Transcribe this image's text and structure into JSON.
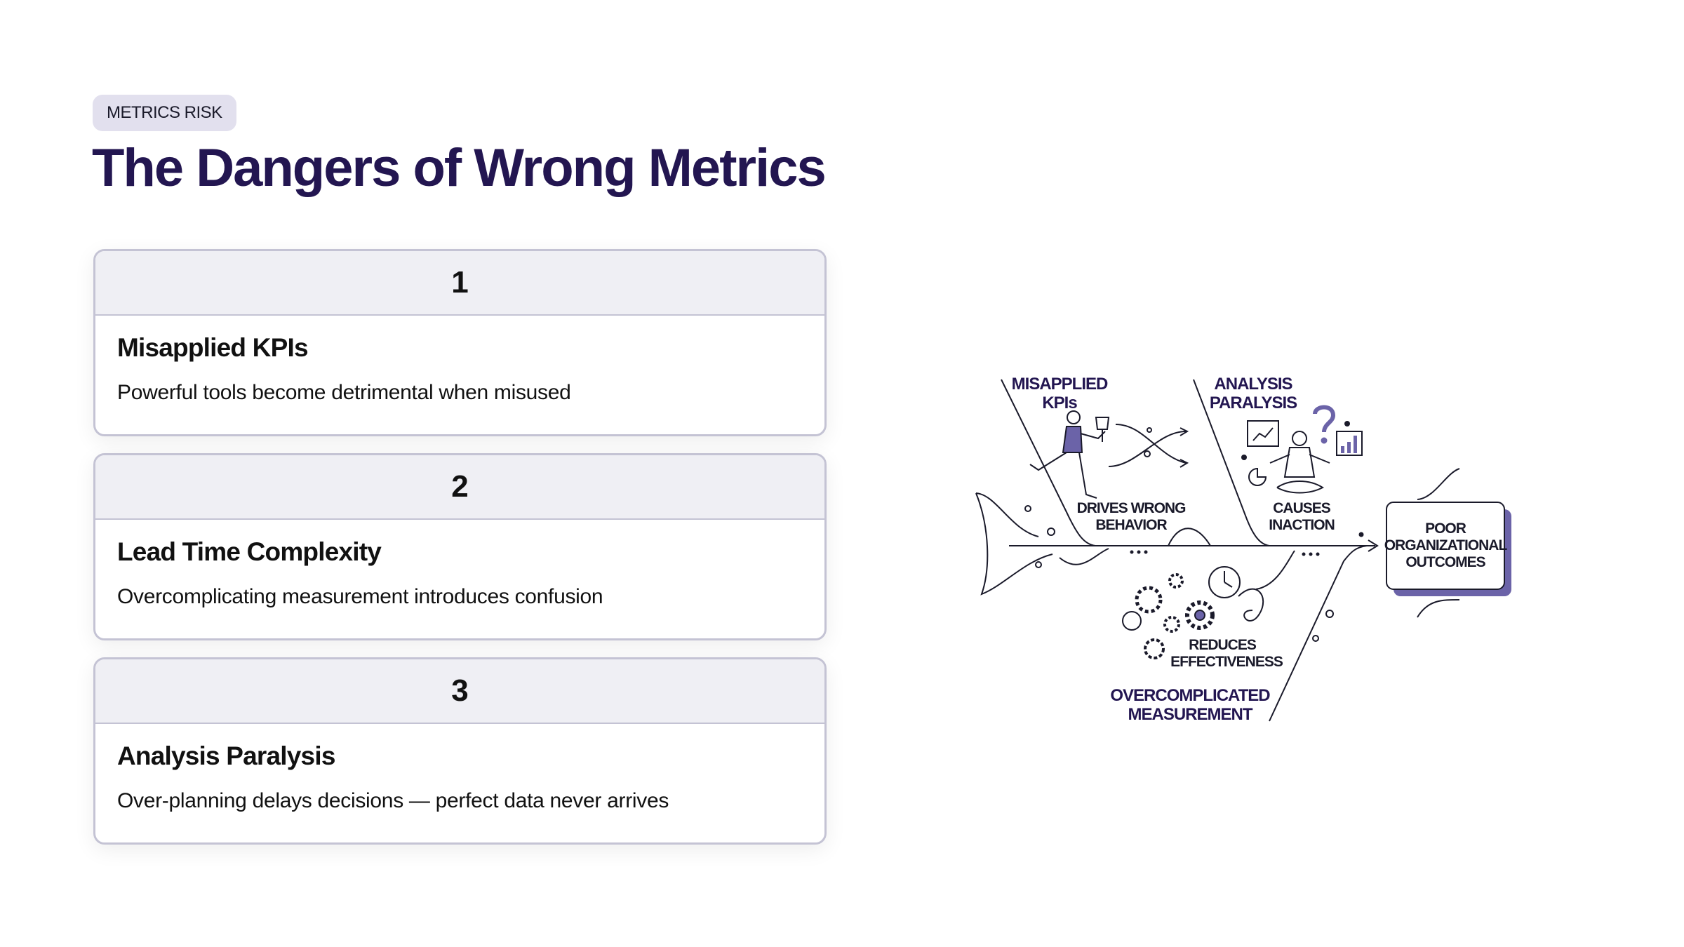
{
  "badge": "METRICS RISK",
  "title": "The Dangers of Wrong Metrics",
  "cards": [
    {
      "number": "1",
      "title": "Misapplied KPIs",
      "description": "Powerful tools become detrimental when misused"
    },
    {
      "number": "2",
      "title": "Lead Time Complexity",
      "description": "Overcomplicating measurement introduces confusion"
    },
    {
      "number": "3",
      "title": "Analysis Paralysis",
      "description": "Over-planning delays decisions — perfect data never arrives"
    }
  ],
  "diagram": {
    "cause1": [
      "MISAPPLIED",
      "KPIs"
    ],
    "effect1": [
      "DRIVES WRONG",
      "BEHAVIOR"
    ],
    "cause2": [
      "ANALYSIS",
      "PARALYSIS"
    ],
    "effect2": [
      "CAUSES",
      "INACTION"
    ],
    "cause3": [
      "OVERCOMPLICATED",
      "MEASUREMENT"
    ],
    "effect3": [
      "REDUCES",
      "EFFECTIVENESS"
    ],
    "outcome": [
      "POOR",
      "ORGANIZATIONAL",
      "OUTCOMES"
    ],
    "accent": "#6b63a8"
  }
}
